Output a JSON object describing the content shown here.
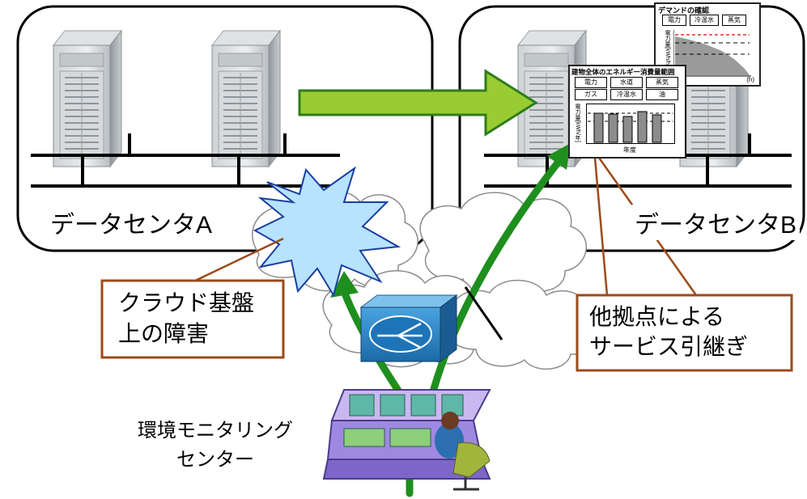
{
  "datacenter_a": {
    "label": "データセンタA"
  },
  "datacenter_b": {
    "label": "データセンタB"
  },
  "callout_failure": {
    "line1": "クラウド基盤",
    "line2": "上の障害"
  },
  "callout_takeover": {
    "line1": "他拠点による",
    "line2": "サービス引継ぎ"
  },
  "monitoring_center": {
    "line1": "環境モニタリング",
    "line2": "センター"
  },
  "chart_energy": {
    "title": "建物全体のエネルギー消費量範囲",
    "buttons": [
      "電力",
      "水道",
      "蒸気",
      "ガス",
      "冷温水",
      "油"
    ],
    "ylabel": "電力量[kWh/年]",
    "xlabel": "年度"
  },
  "chart_demand": {
    "title": "デマンドの確認",
    "buttons": [
      "電力",
      "冷温水",
      "蒸気"
    ],
    "ylabel": "電力量[kWh/h]",
    "xunit": "(h)"
  },
  "colors": {
    "arrow_fill": "#99cc33",
    "arrow_stroke": "#2e7d1a",
    "green_path": "#1e8f1e",
    "callout_border": "#9c4a1a",
    "burst_fill": "#b7e3ff",
    "router": "#2a86c8"
  }
}
